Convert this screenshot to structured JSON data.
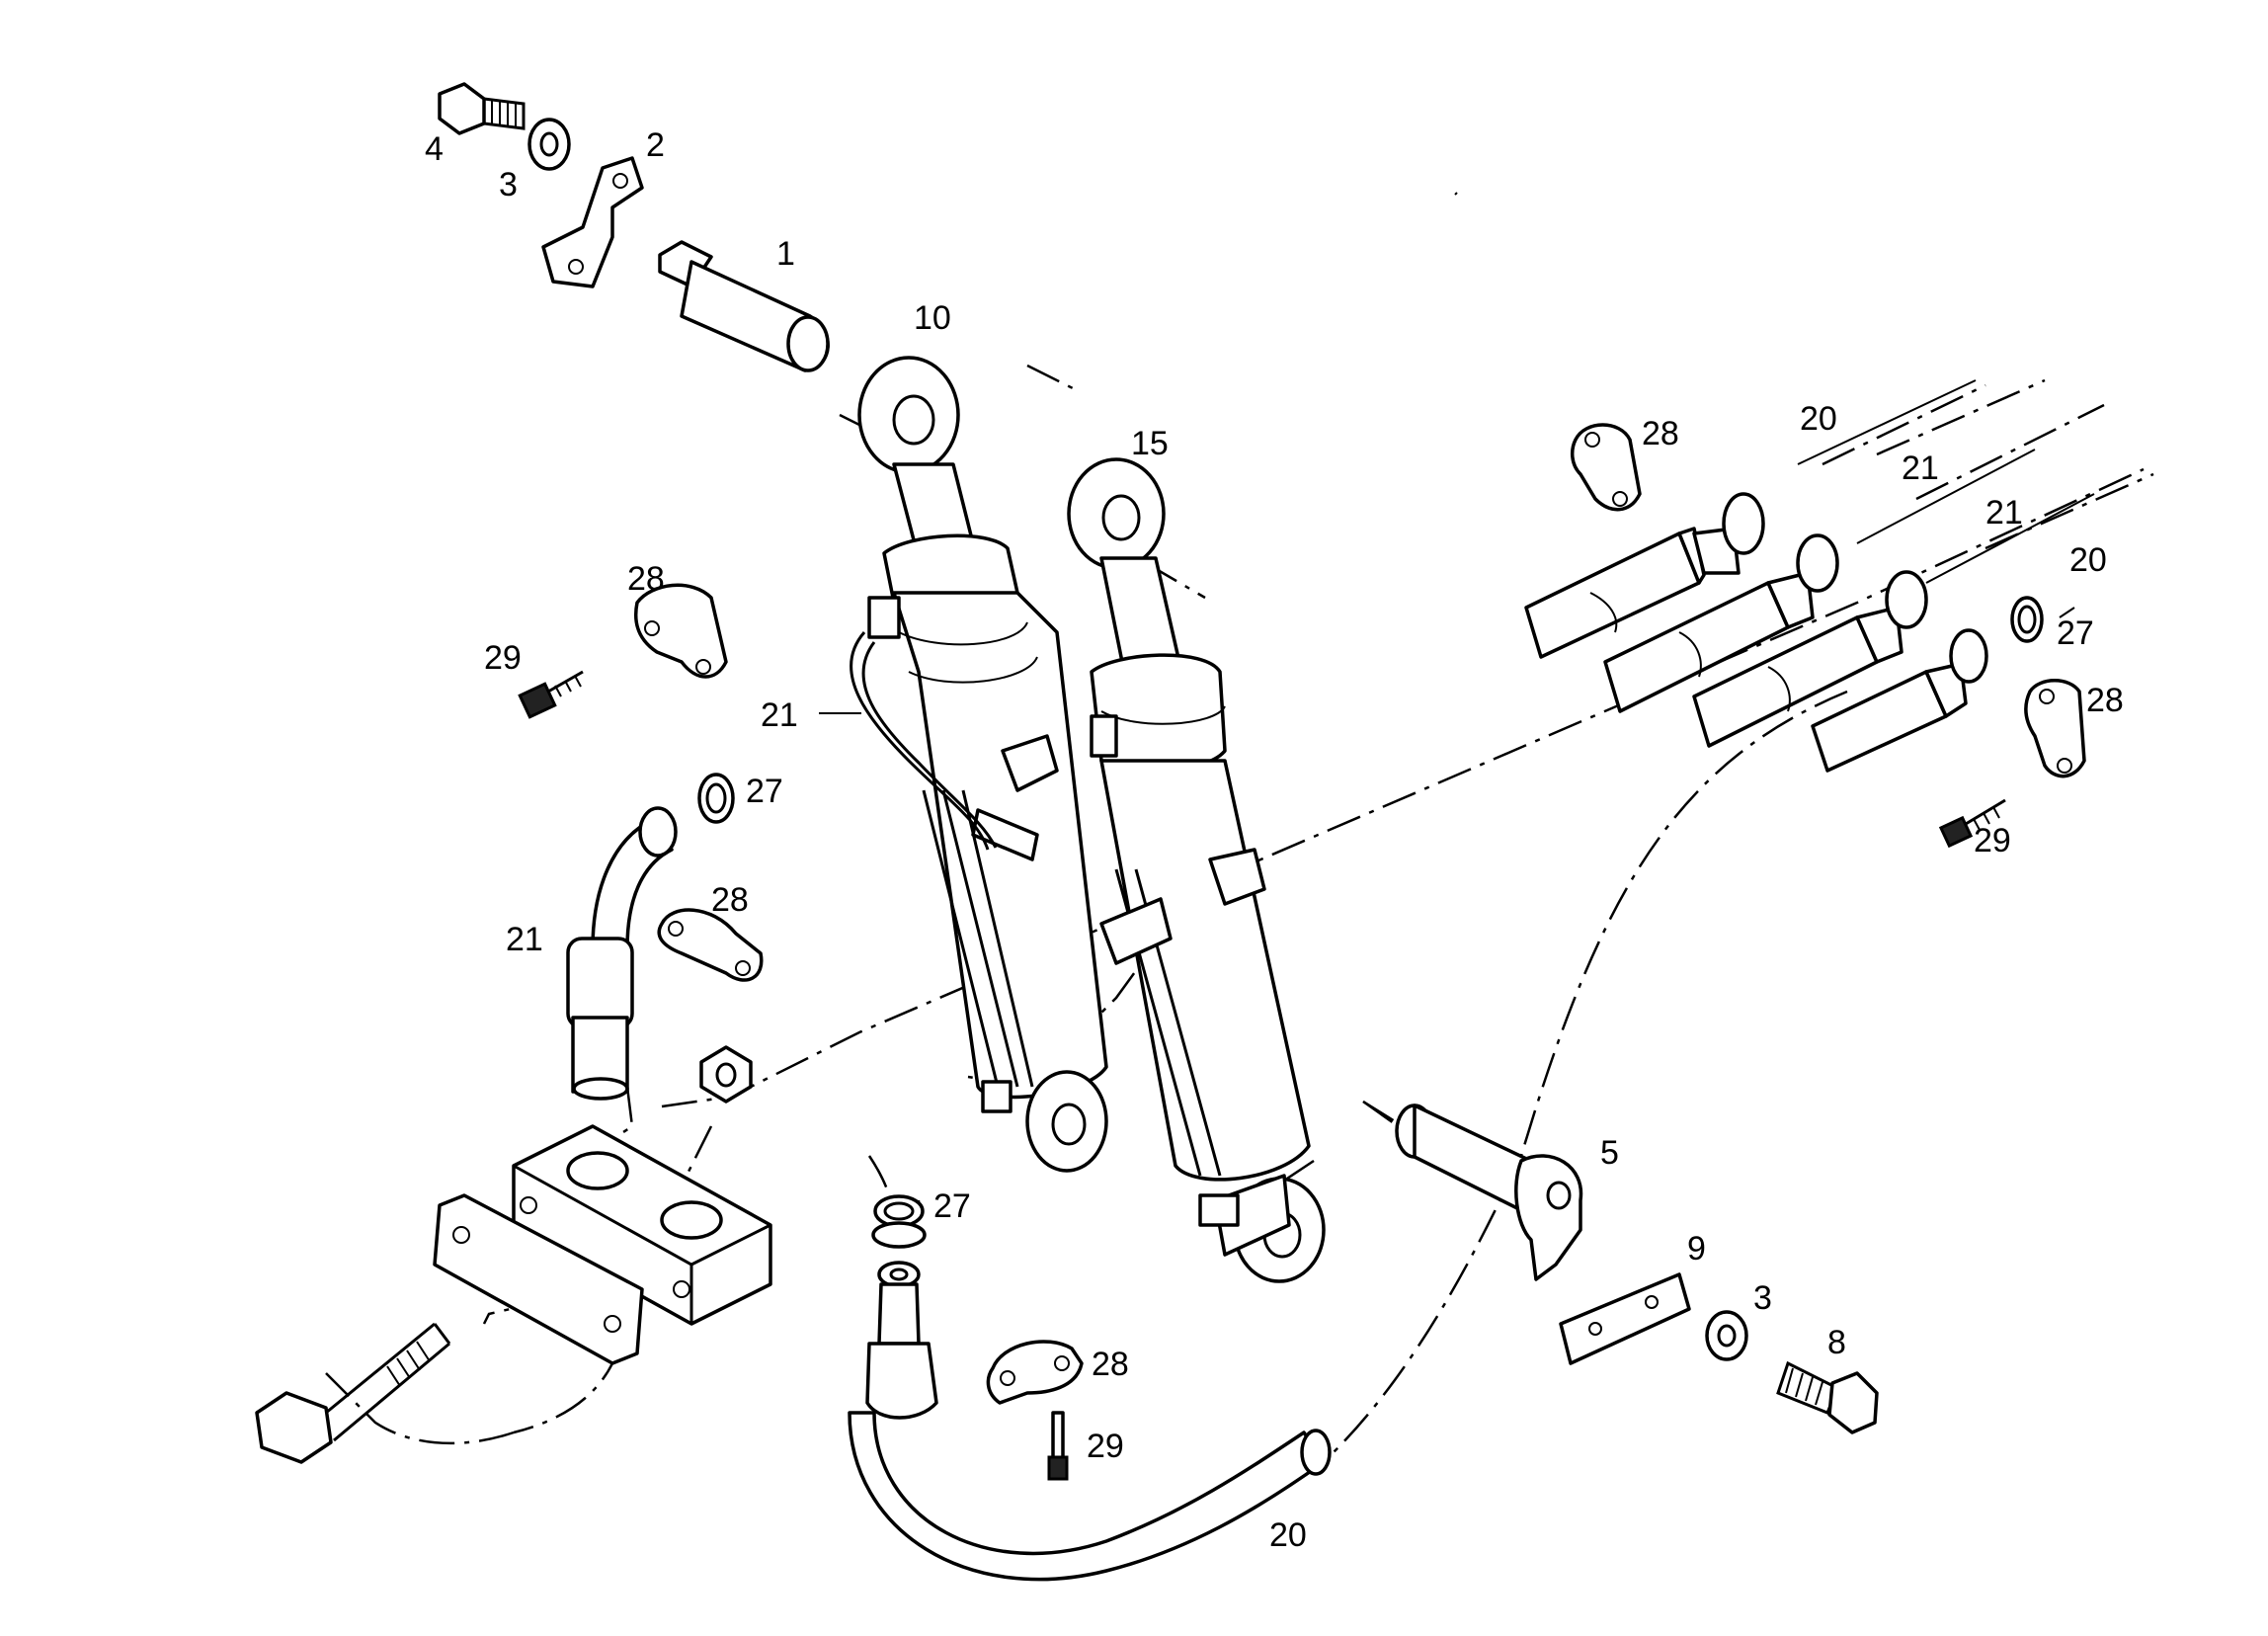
{
  "callouts": [
    {
      "id": "c4",
      "text": "4"
    },
    {
      "id": "c3a",
      "text": "3"
    },
    {
      "id": "c2",
      "text": "2"
    },
    {
      "id": "c1",
      "text": "1"
    },
    {
      "id": "c10",
      "text": "10"
    },
    {
      "id": "c15",
      "text": "15"
    },
    {
      "id": "c28a",
      "text": "28"
    },
    {
      "id": "c20a",
      "text": "20"
    },
    {
      "id": "c21a",
      "text": "21"
    },
    {
      "id": "c21b",
      "text": "21"
    },
    {
      "id": "c20b",
      "text": "20"
    },
    {
      "id": "c27a",
      "text": "27"
    },
    {
      "id": "c28b",
      "text": "28"
    },
    {
      "id": "c29a",
      "text": "29"
    },
    {
      "id": "c28c",
      "text": "28"
    },
    {
      "id": "c29b",
      "text": "29"
    },
    {
      "id": "c21c",
      "text": "21"
    },
    {
      "id": "c27b",
      "text": "27"
    },
    {
      "id": "c28d",
      "text": "28"
    },
    {
      "id": "c21d",
      "text": "21"
    },
    {
      "id": "c5",
      "text": "5"
    },
    {
      "id": "c27c",
      "text": "27"
    },
    {
      "id": "c9",
      "text": "9"
    },
    {
      "id": "c3b",
      "text": "3"
    },
    {
      "id": "c8",
      "text": "8"
    },
    {
      "id": "c28e",
      "text": "28"
    },
    {
      "id": "c29c",
      "text": "29"
    },
    {
      "id": "c20c",
      "text": "20"
    }
  ]
}
